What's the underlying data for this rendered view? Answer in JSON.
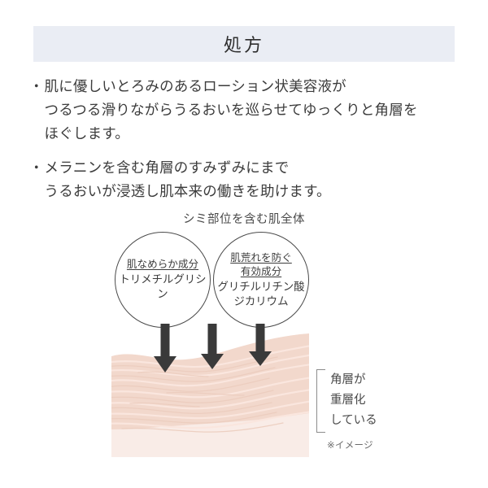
{
  "header": {
    "title": "処方",
    "band_color": "#eaedf4"
  },
  "body": {
    "bullet_marker": "・",
    "paragraphs": [
      "肌に優しいとろみのあるローション状美容液が\nつるつる滑りながらうるおいを巡らせてゆっくりと角層を\nほぐします。",
      "メラニンを含む角層のすみずみにまで\nうるおいが浸透し肌本来の働きを助けます。"
    ]
  },
  "diagram": {
    "caption": "シミ部位を含む肌全体",
    "circles": [
      {
        "heading": "肌なめらか成分",
        "sub": "トリメチルグリシン"
      },
      {
        "heading": "肌荒れを防ぐ\n有効成分",
        "sub": "グリチルリチン酸\nジカリウム"
      }
    ],
    "arrow_count": 3,
    "arrow_color": "#3a3a3a",
    "side_label": "角層が\n重層化\nしている",
    "note": "※イメージ",
    "skin_colors": {
      "stratum": "#f2d8cc",
      "deep": "#f9ece7",
      "striation": "#fae3da"
    }
  }
}
